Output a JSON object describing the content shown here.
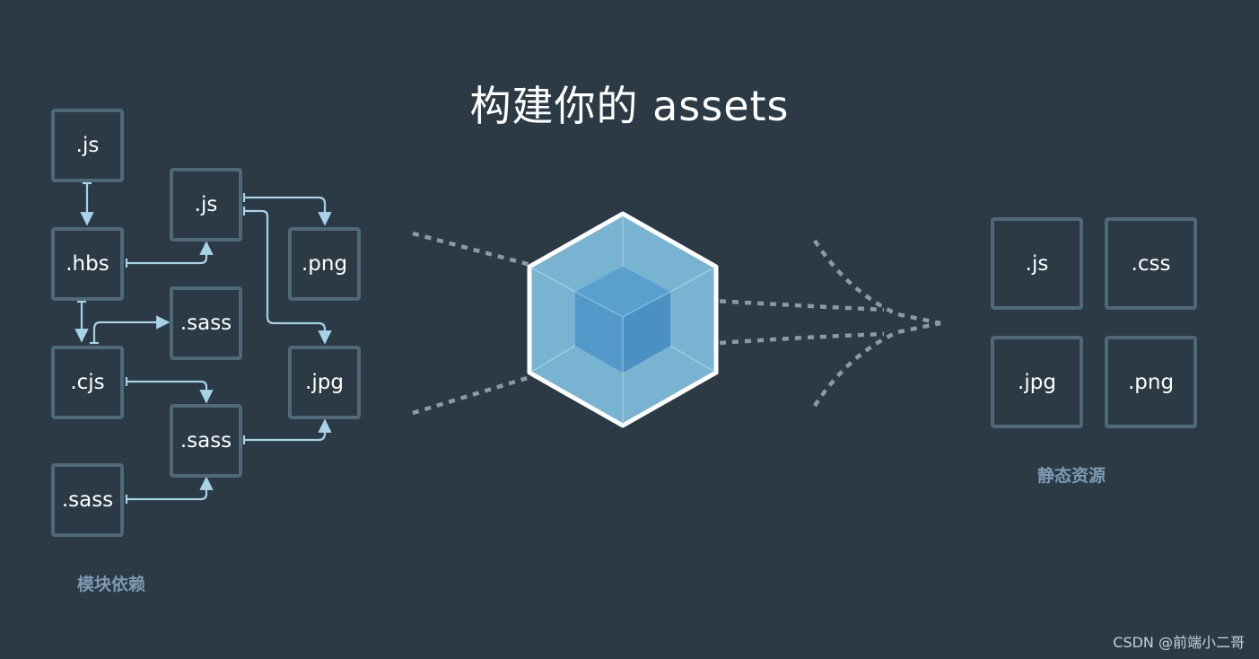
{
  "title": "构建你的 assets",
  "left": {
    "caption": "模块依赖",
    "modules": [
      ".js",
      ".js",
      ".hbs",
      ".png",
      ".sass",
      ".cjs",
      ".jpg",
      ".sass",
      ".sass"
    ]
  },
  "right": {
    "caption": "静态资源",
    "assets": [
      ".js",
      ".css",
      ".jpg",
      ".png"
    ]
  },
  "watermark": "CSDN @前端小二哥",
  "colors": {
    "background": "#2b3a44",
    "box_border": "#4f6978",
    "arrow": "#a7d3e9",
    "cube_outer": "#8ec1dd",
    "cube_inner": "#1c78c0",
    "caption": "#7b9bb3"
  }
}
